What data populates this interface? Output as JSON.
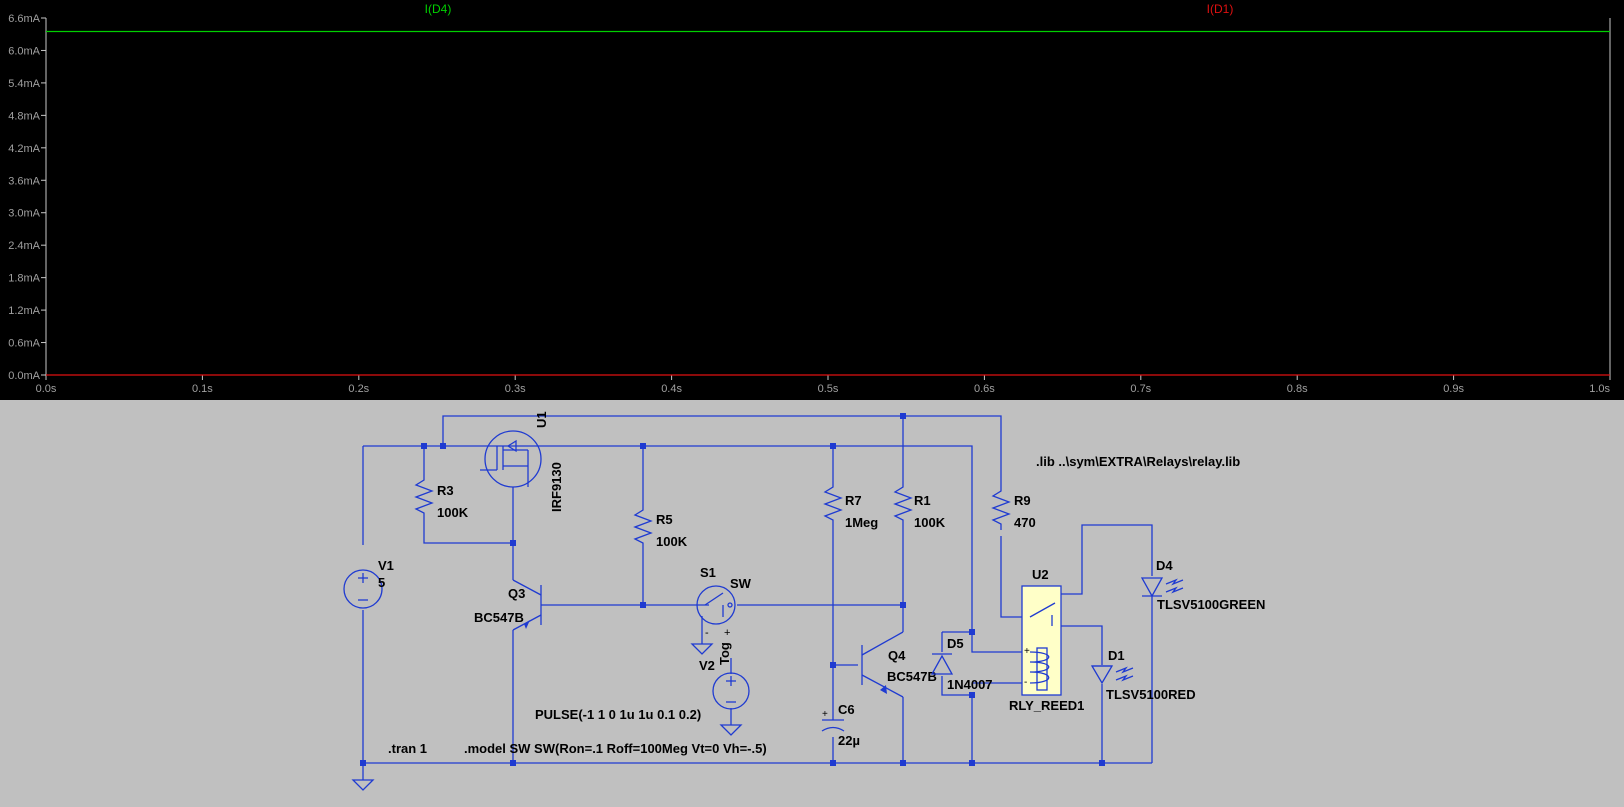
{
  "chart_data": {
    "type": "line",
    "xlabel": "",
    "ylabel": "",
    "xlim": [
      0,
      1
    ],
    "ylim": [
      0,
      6.6
    ],
    "x_ticks": [
      "0.0s",
      "0.1s",
      "0.2s",
      "0.3s",
      "0.4s",
      "0.5s",
      "0.6s",
      "0.7s",
      "0.8s",
      "0.9s",
      "1.0s"
    ],
    "y_ticks": [
      "0.0mA",
      "0.6mA",
      "1.2mA",
      "1.8mA",
      "2.4mA",
      "3.0mA",
      "3.6mA",
      "4.2mA",
      "4.8mA",
      "5.4mA",
      "6.0mA",
      "6.6mA"
    ],
    "series": [
      {
        "name": "I(D4)",
        "color": "#00d000",
        "x": [
          0,
          1
        ],
        "values": [
          6.35,
          6.35
        ]
      },
      {
        "name": "I(D1)",
        "color": "#e01010",
        "x": [
          0,
          1
        ],
        "values": [
          0.0,
          0.0
        ]
      }
    ]
  },
  "schematic": {
    "labels": {
      "u1": "U1",
      "u1_model": "IRF9130",
      "r3": "R3",
      "r3_val": "100K",
      "r5": "R5",
      "r5_val": "100K",
      "r7": "R7",
      "r7_val": "1Meg",
      "r1": "R1",
      "r1_val": "100K",
      "r9": "R9",
      "r9_val": "470",
      "v1": "V1",
      "v1_val": "5",
      "q3": "Q3",
      "q3_model": "BC547B",
      "q4": "Q4",
      "q4_model": "BC547B",
      "s1": "S1",
      "s1_model": "SW",
      "v2": "V2",
      "v2_val": "Tog",
      "d5": "D5",
      "d5_model": "1N4007",
      "c6": "C6",
      "c6_val": "22µ",
      "u2": "U2",
      "u2_model": "RLY_REED1",
      "d1": "D1",
      "d1_model": "TLSV5100RED",
      "d4": "D4",
      "d4_model": "TLSV5100GREEN",
      "lib": ".lib ..\\sym\\EXTRA\\Relays\\relay.lib",
      "pulse": "PULSE(-1 1 0 1u 1u 0.1 0.2)",
      "tran": ".tran 1",
      "model": ".model SW SW(Ron=.1 Roff=100Meg Vt=0 Vh=-.5)"
    }
  }
}
